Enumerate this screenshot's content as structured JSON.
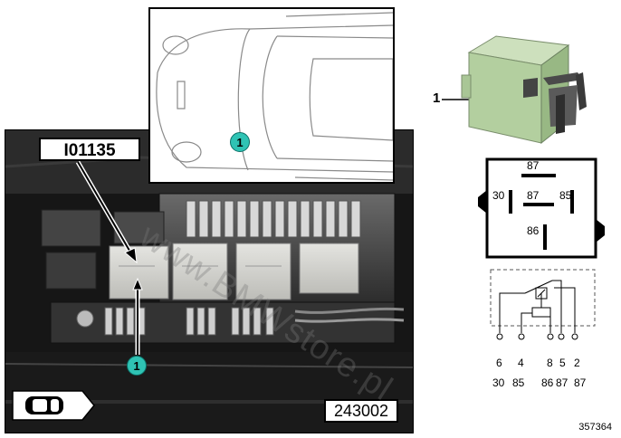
{
  "part_label": "I01135",
  "image_code": "243002",
  "diagram_number": "357364",
  "callout_number": "1",
  "position_label": "1",
  "relay_pins_top": {
    "p87_top": "87",
    "p30": "30",
    "p87_mid": "87",
    "p85": "85",
    "p86": "86"
  },
  "schematic_numbers_row1": [
    "6",
    "4",
    "8",
    "5",
    "2"
  ],
  "schematic_numbers_row2": [
    "30",
    "85",
    "86",
    "87",
    "87"
  ],
  "watermark": "www.BMWstore.pl",
  "colors": {
    "relay_body": "#b9d3a6",
    "callout": "#2fc3b4",
    "photo_bg": "#1c1c1c"
  },
  "icons": [
    "car-icon"
  ]
}
